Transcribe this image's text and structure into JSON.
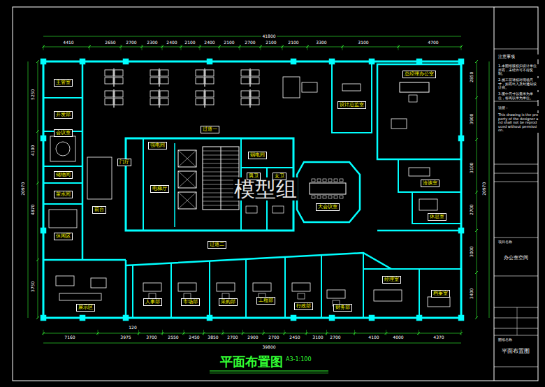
{
  "diagram": {
    "title": "平面布置图",
    "nodes": [
      {
        "text": [
          "主管室"
        ]
      },
      {
        "text": [
          "开发部"
        ]
      },
      {
        "text": [
          "会议室"
        ]
      },
      {
        "text": [
          "储物间"
        ]
      },
      {
        "text": [
          "茶水间"
        ]
      },
      {
        "text": [
          "前台"
        ]
      },
      {
        "text": [
          "休闲区"
        ]
      },
      {
        "text": [
          "展示区"
        ]
      },
      {
        "text": [
          "门厅"
        ]
      },
      {
        "text": [
          "电梯厅"
        ]
      },
      {
        "text": [
          "强电间"
        ]
      },
      {
        "text": [
          "弱电间"
        ]
      },
      {
        "text": [
          "男卫"
        ]
      },
      {
        "text": [
          "女卫"
        ]
      },
      {
        "text": [
          "过道一"
        ]
      },
      {
        "text": [
          "过道二"
        ]
      },
      {
        "text": [
          "设计总监室"
        ]
      },
      {
        "text": [
          "大会议室"
        ]
      },
      {
        "text": [
          "总经理办公室"
        ]
      },
      {
        "text": [
          "洽谈室"
        ]
      },
      {
        "text": [
          "休息室"
        ]
      },
      {
        "text": [
          "档案室"
        ]
      },
      {
        "text": [
          "财务部"
        ]
      },
      {
        "text": [
          "行政部"
        ]
      },
      {
        "text": [
          "工程部"
        ]
      },
      {
        "text": [
          "采购部"
        ]
      },
      {
        "text": [
          "市场部"
        ]
      },
      {
        "text": [
          "人事部"
        ]
      },
      {
        "text": [
          "经理室"
        ]
      }
    ],
    "labels": [
      "A3-1:100",
      "模型组",
      "41800",
      "4410",
      "2650",
      "2700",
      "2300",
      "2400",
      "2100",
      "2400",
      "2100",
      "2700",
      "2100",
      "2100",
      "3300",
      "3100",
      "4700",
      "7160",
      "3975",
      "3700",
      "2550",
      "2450",
      "3850",
      "2700",
      "2900",
      "2700",
      "2450",
      "3100",
      "2700",
      "4100",
      "4000",
      "4370",
      "39800",
      "120",
      "5250",
      "4100",
      "4870",
      "3750",
      "20970",
      "2850",
      "3900",
      "3100",
      "2700",
      "3000",
      "3400",
      "20970",
      "注意事项",
      "1.本图纸版权归设计单位所有，未经许可不得复制。",
      "2.施工前请核对现场尺寸，如有出入及时通知设计师。",
      "3.图中尺寸以毫米为单位，标高以米为单位。",
      "说明：",
      "This drawing is the property of the designer and shall not be reproduced without permission.",
      "项目名称",
      "办公室空间",
      "图纸名称",
      "平面布置图"
    ]
  }
}
